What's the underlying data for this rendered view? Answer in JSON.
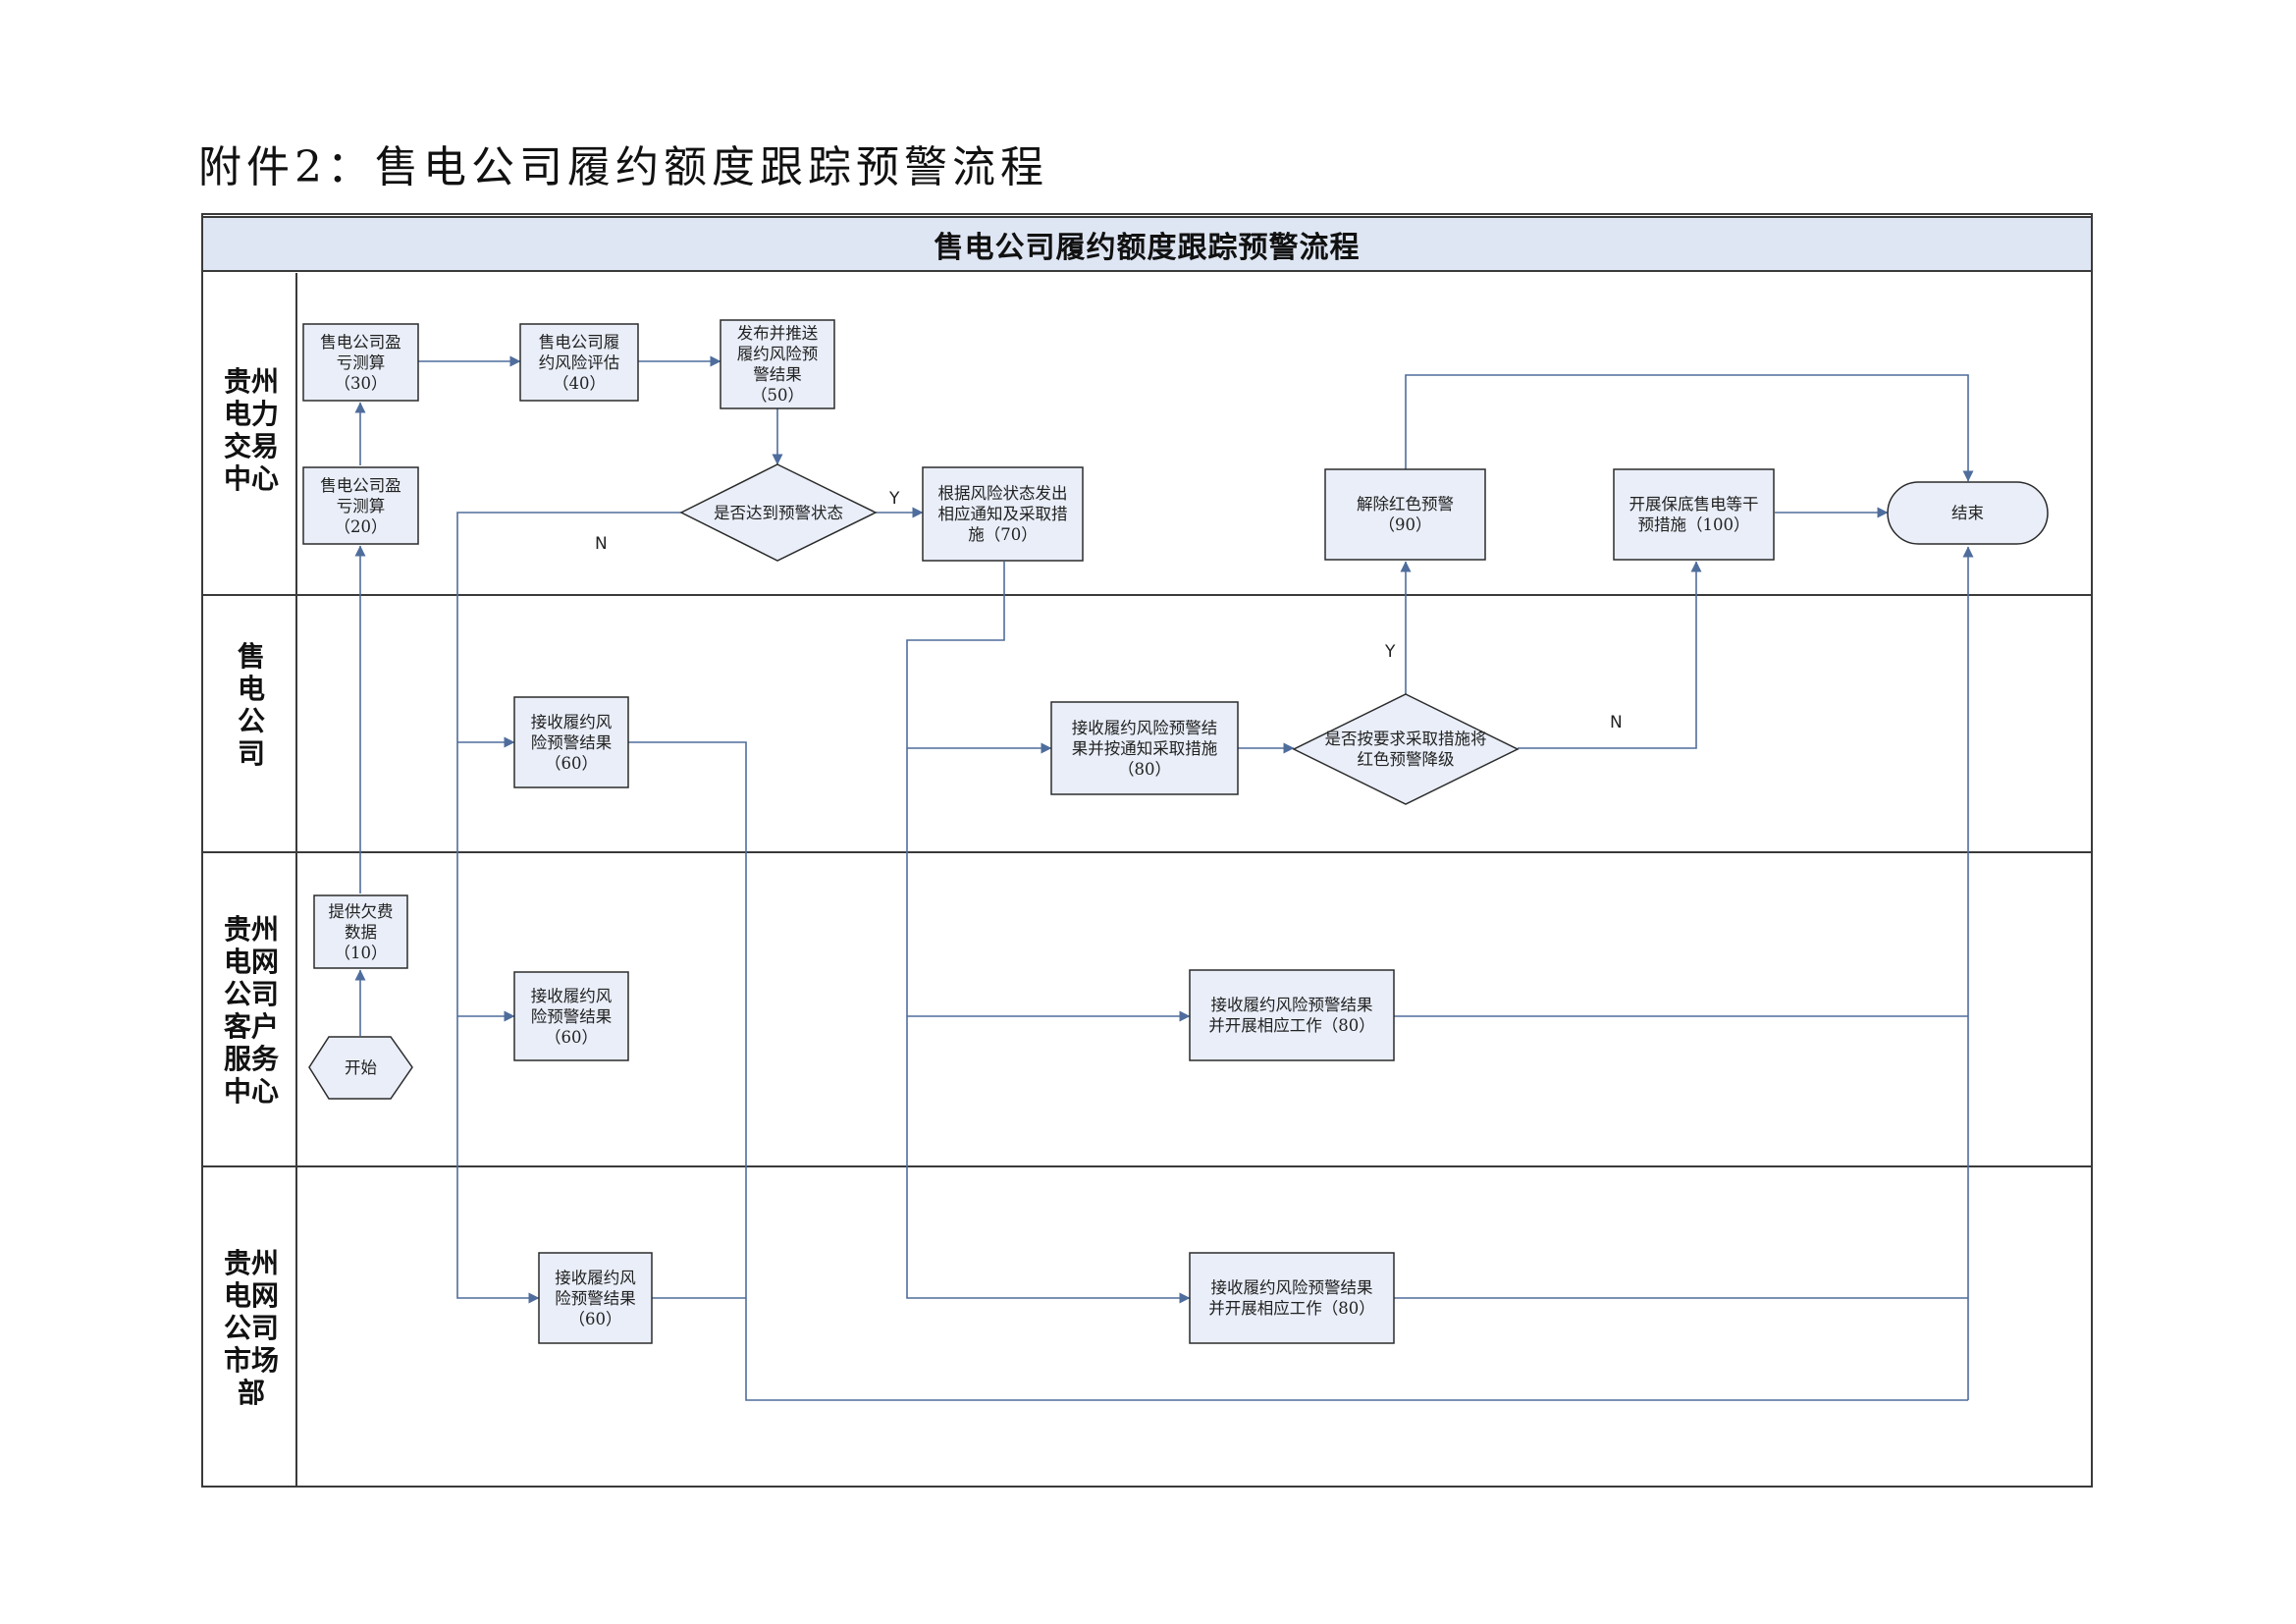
{
  "heading": "附件2：售电公司履约额度跟踪预警流程",
  "chart_title": "售电公司履约额度跟踪预警流程",
  "lanes": [
    {
      "label": "贵州\n电力\n交易\n中心"
    },
    {
      "label": "售\n电\n公\n司"
    },
    {
      "label": "贵州\n电网\n公司\n客户\n服务\n中心"
    },
    {
      "label": "贵州\n电网\n公司\n市场\n部"
    }
  ],
  "nodes": {
    "n30": "售电公司盈\n亏测算\n（30）",
    "n40": "售电公司履\n约风险评估\n（40）",
    "n50": "发布并推送\n履约风险预\n警结果\n（50）",
    "n20": "售电公司盈\n亏测算\n（20）",
    "d1": "是否达到预警状态",
    "n70": "根据风险状态发出\n相应通知及采取措\n施（70）",
    "n90": "解除红色预警\n（90）",
    "n100": "开展保底售电等干\n预措施（100）",
    "end": "结束",
    "n60a": "接收履约风\n险预警结果\n（60）",
    "n80a": "接收履约风险预警结\n果并按通知采取措施\n（80）",
    "d2": "是否按要求采取措施将\n红色预警降级",
    "n10": "提供欠费\n数据\n（10）",
    "start": "开始",
    "n60b": "接收履约风\n险预警结果\n（60）",
    "n80b": "接收履约风险预警结果\n并开展相应工作（80）",
    "n60c": "接收履约风\n险预警结果\n（60）",
    "n80c": "接收履约风险预警结果\n并开展相应工作（80）"
  },
  "edge_labels": {
    "d1_yes": "Y",
    "d1_no": "N",
    "d2_yes": "Y",
    "d2_no": "N"
  },
  "colors": {
    "box_fill": "#e9eef8",
    "box_stroke": "#2b2b2b",
    "title_fill": "#dfe6f3",
    "connector": "#4f6d9c",
    "lane_border": "#3a3a3a"
  }
}
